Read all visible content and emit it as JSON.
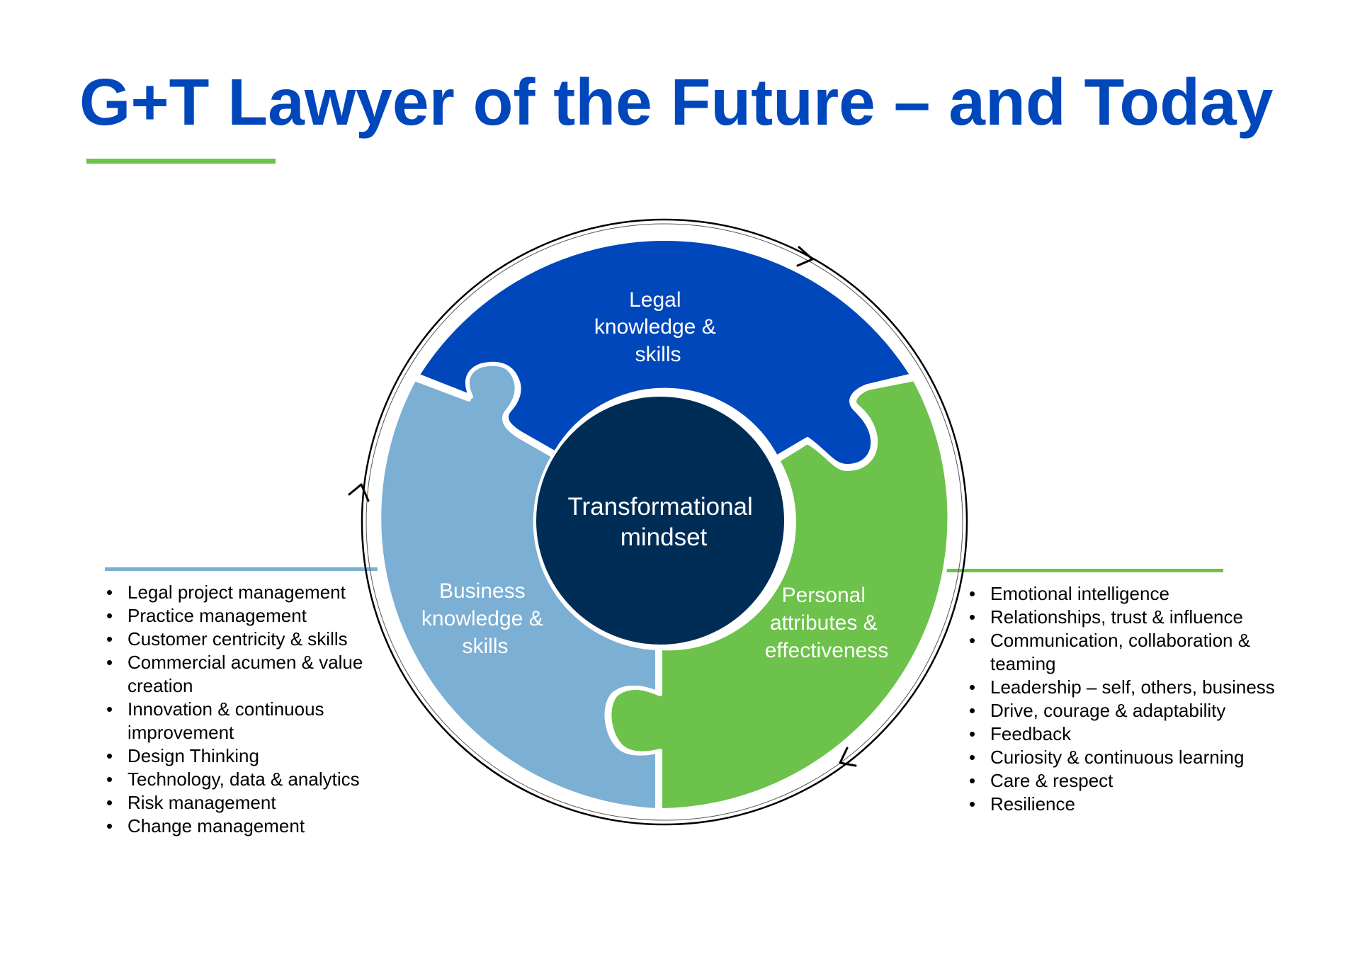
{
  "title": "G+T Lawyer of the Future – and Today",
  "colors": {
    "title": "#0047BB",
    "accent_green": "#6CC24A",
    "light_blue": "#7BAFD4",
    "legal_blue": "#0047BB",
    "center_navy": "#002D56",
    "ring": "#000000"
  },
  "puzzle": {
    "legal": [
      "Legal",
      "knowledge &",
      "skills"
    ],
    "business": [
      "Business",
      "knowledge &",
      "skills"
    ],
    "personal": [
      "Personal",
      "attributes &",
      "effectiveness"
    ],
    "center": [
      "Transformational",
      "mindset"
    ]
  },
  "left_list": [
    "Legal project management",
    "Practice management",
    "Customer centricity & skills",
    "Commercial acumen & value creation",
    "Innovation & continuous improvement",
    "Design Thinking",
    "Technology, data & analytics",
    "Risk management",
    "Change management"
  ],
  "right_list": [
    "Emotional intelligence",
    "Relationships, trust & influence",
    "Communication, collaboration & teaming",
    "Leadership – self, others, business",
    "Drive, courage & adaptability",
    "Feedback",
    "Curiosity & continuous learning",
    "Care & respect",
    "Resilience"
  ]
}
